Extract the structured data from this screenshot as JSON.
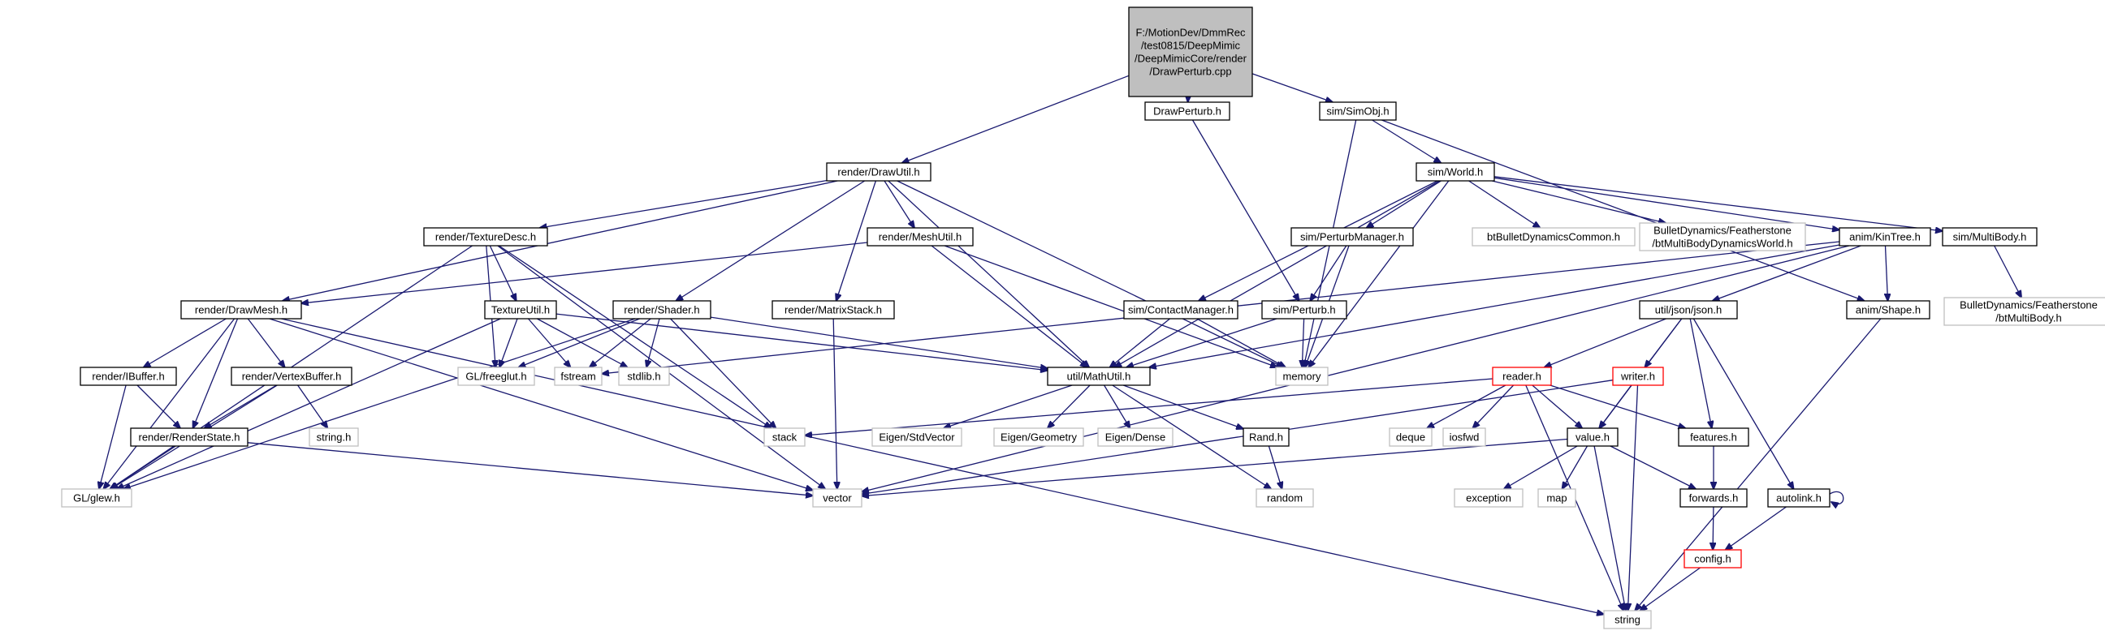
{
  "graph": {
    "title_lines": [
      "F:/MotionDev/DmmRec",
      "/test0815/DeepMimic",
      "/DeepMimicCore/render",
      "/DrawPerturb.cpp"
    ],
    "colors": {
      "edge": "#191970",
      "root_fill": "#bfbfbf",
      "local_border": "#000000",
      "system_border": "#bfbfbf",
      "truncated_border": "#ff0000"
    },
    "nodes": [
      {
        "id": "root",
        "label": "",
        "kind": "root"
      },
      {
        "id": "drawperturb_h",
        "label": "DrawPerturb.h",
        "kind": "local"
      },
      {
        "id": "simobj",
        "label": "sim/SimObj.h",
        "kind": "local"
      },
      {
        "id": "drawutil",
        "label": "render/DrawUtil.h",
        "kind": "local"
      },
      {
        "id": "world",
        "label": "sim/World.h",
        "kind": "local"
      },
      {
        "id": "texdesc",
        "label": "render/TextureDesc.h",
        "kind": "local"
      },
      {
        "id": "meshutil",
        "label": "render/MeshUtil.h",
        "kind": "local"
      },
      {
        "id": "perturbmgr",
        "label": "sim/PerturbManager.h",
        "kind": "local"
      },
      {
        "id": "btcommon",
        "label": "btBulletDynamicsCommon.h",
        "kind": "system"
      },
      {
        "id": "btworld",
        "label": "BulletDynamics/Featherstone\n/btMultiBodyDynamicsWorld.h",
        "kind": "system"
      },
      {
        "id": "kintree",
        "label": "anim/KinTree.h",
        "kind": "local"
      },
      {
        "id": "multibody",
        "label": "sim/MultiBody.h",
        "kind": "local"
      },
      {
        "id": "drawmesh",
        "label": "render/DrawMesh.h",
        "kind": "local"
      },
      {
        "id": "texutil",
        "label": "TextureUtil.h",
        "kind": "local"
      },
      {
        "id": "shader",
        "label": "render/Shader.h",
        "kind": "local"
      },
      {
        "id": "matstack",
        "label": "render/MatrixStack.h",
        "kind": "local"
      },
      {
        "id": "contactmgr",
        "label": "sim/ContactManager.h",
        "kind": "local"
      },
      {
        "id": "perturb",
        "label": "sim/Perturb.h",
        "kind": "local"
      },
      {
        "id": "json",
        "label": "util/json/json.h",
        "kind": "local"
      },
      {
        "id": "shape",
        "label": "anim/Shape.h",
        "kind": "local"
      },
      {
        "id": "btmultibody",
        "label": "BulletDynamics/Featherstone\n/btMultiBody.h",
        "kind": "system"
      },
      {
        "id": "ibuffer",
        "label": "render/IBuffer.h",
        "kind": "local"
      },
      {
        "id": "vbuffer",
        "label": "render/VertexBuffer.h",
        "kind": "local"
      },
      {
        "id": "freeglut",
        "label": "GL/freeglut.h",
        "kind": "system"
      },
      {
        "id": "fstream",
        "label": "fstream",
        "kind": "system"
      },
      {
        "id": "stdlib",
        "label": "stdlib.h",
        "kind": "system"
      },
      {
        "id": "mathutil",
        "label": "util/MathUtil.h",
        "kind": "local"
      },
      {
        "id": "memory",
        "label": "memory",
        "kind": "system"
      },
      {
        "id": "reader",
        "label": "reader.h",
        "kind": "truncated"
      },
      {
        "id": "writer",
        "label": "writer.h",
        "kind": "truncated"
      },
      {
        "id": "stringh",
        "label": "string.h",
        "kind": "system"
      },
      {
        "id": "renderstate",
        "label": "render/RenderState.h",
        "kind": "local"
      },
      {
        "id": "stack",
        "label": "stack",
        "kind": "system"
      },
      {
        "id": "stdvector",
        "label": "Eigen/StdVector",
        "kind": "system"
      },
      {
        "id": "geometry",
        "label": "Eigen/Geometry",
        "kind": "system"
      },
      {
        "id": "dense",
        "label": "Eigen/Dense",
        "kind": "system"
      },
      {
        "id": "rand",
        "label": "Rand.h",
        "kind": "local"
      },
      {
        "id": "deque",
        "label": "deque",
        "kind": "system"
      },
      {
        "id": "iosfwd",
        "label": "iosfwd",
        "kind": "system"
      },
      {
        "id": "value",
        "label": "value.h",
        "kind": "local"
      },
      {
        "id": "features",
        "label": "features.h",
        "kind": "local"
      },
      {
        "id": "glew",
        "label": "GL/glew.h",
        "kind": "system"
      },
      {
        "id": "vector",
        "label": "vector",
        "kind": "system"
      },
      {
        "id": "random",
        "label": "random",
        "kind": "system"
      },
      {
        "id": "exception",
        "label": "exception",
        "kind": "system"
      },
      {
        "id": "map",
        "label": "map",
        "kind": "system"
      },
      {
        "id": "forwards",
        "label": "forwards.h",
        "kind": "local"
      },
      {
        "id": "autolink",
        "label": "autolink.h",
        "kind": "local"
      },
      {
        "id": "config",
        "label": "config.h",
        "kind": "truncated"
      },
      {
        "id": "string",
        "label": "string",
        "kind": "system"
      }
    ],
    "edges": [
      [
        "root",
        "drawperturb_h"
      ],
      [
        "root",
        "simobj"
      ],
      [
        "root",
        "drawutil"
      ],
      [
        "drawperturb_h",
        "perturb"
      ],
      [
        "simobj",
        "world"
      ],
      [
        "simobj",
        "shape"
      ],
      [
        "simobj",
        "memory"
      ],
      [
        "drawutil",
        "texdesc"
      ],
      [
        "drawutil",
        "meshutil"
      ],
      [
        "drawutil",
        "drawmesh"
      ],
      [
        "drawutil",
        "shader"
      ],
      [
        "drawutil",
        "matstack"
      ],
      [
        "drawutil",
        "mathutil"
      ],
      [
        "drawutil",
        "memory"
      ],
      [
        "world",
        "perturbmgr"
      ],
      [
        "world",
        "btcommon"
      ],
      [
        "world",
        "btworld"
      ],
      [
        "world",
        "kintree"
      ],
      [
        "world",
        "multibody"
      ],
      [
        "world",
        "contactmgr"
      ],
      [
        "world",
        "mathutil"
      ],
      [
        "world",
        "memory"
      ],
      [
        "texdesc",
        "texutil"
      ],
      [
        "texdesc",
        "glew"
      ],
      [
        "texdesc",
        "freeglut"
      ],
      [
        "texdesc",
        "vector"
      ],
      [
        "texdesc",
        "stack"
      ],
      [
        "meshutil",
        "drawmesh"
      ],
      [
        "meshutil",
        "mathutil"
      ],
      [
        "meshutil",
        "memory"
      ],
      [
        "perturbmgr",
        "perturb"
      ],
      [
        "perturbmgr",
        "memory"
      ],
      [
        "kintree",
        "json"
      ],
      [
        "kintree",
        "shape"
      ],
      [
        "kintree",
        "mathutil"
      ],
      [
        "kintree",
        "fstream"
      ],
      [
        "kintree",
        "vector"
      ],
      [
        "multibody",
        "btmultibody"
      ],
      [
        "drawmesh",
        "ibuffer"
      ],
      [
        "drawmesh",
        "vbuffer"
      ],
      [
        "drawmesh",
        "renderstate"
      ],
      [
        "drawmesh",
        "glew"
      ],
      [
        "drawmesh",
        "vector"
      ],
      [
        "drawmesh",
        "string"
      ],
      [
        "texutil",
        "freeglut"
      ],
      [
        "texutil",
        "fstream"
      ],
      [
        "texutil",
        "stdlib"
      ],
      [
        "texutil",
        "glew"
      ],
      [
        "texutil",
        "mathutil"
      ],
      [
        "shader",
        "freeglut"
      ],
      [
        "shader",
        "fstream"
      ],
      [
        "shader",
        "stdlib"
      ],
      [
        "shader",
        "mathutil"
      ],
      [
        "shader",
        "glew"
      ],
      [
        "shader",
        "stack"
      ],
      [
        "matstack",
        "vector"
      ],
      [
        "contactmgr",
        "mathutil"
      ],
      [
        "contactmgr",
        "memory"
      ],
      [
        "perturb",
        "mathutil"
      ],
      [
        "perturb",
        "memory"
      ],
      [
        "json",
        "reader"
      ],
      [
        "json",
        "writer"
      ],
      [
        "json",
        "value"
      ],
      [
        "json",
        "features"
      ],
      [
        "json",
        "autolink"
      ],
      [
        "shape",
        "string"
      ],
      [
        "btmultibody",
        "btmultibody"
      ],
      [
        "ibuffer",
        "renderstate"
      ],
      [
        "ibuffer",
        "glew"
      ],
      [
        "vbuffer",
        "renderstate"
      ],
      [
        "vbuffer",
        "glew"
      ],
      [
        "vbuffer",
        "stringh"
      ],
      [
        "mathutil",
        "stdvector"
      ],
      [
        "mathutil",
        "geometry"
      ],
      [
        "mathutil",
        "dense"
      ],
      [
        "mathutil",
        "rand"
      ],
      [
        "mathutil",
        "random"
      ],
      [
        "reader",
        "stack"
      ],
      [
        "reader",
        "deque"
      ],
      [
        "reader",
        "iosfwd"
      ],
      [
        "reader",
        "value"
      ],
      [
        "reader",
        "features"
      ],
      [
        "reader",
        "string"
      ],
      [
        "writer",
        "value"
      ],
      [
        "writer",
        "vector"
      ],
      [
        "writer",
        "string"
      ],
      [
        "renderstate",
        "glew"
      ],
      [
        "renderstate",
        "vector"
      ],
      [
        "rand",
        "random"
      ],
      [
        "value",
        "exception"
      ],
      [
        "value",
        "map"
      ],
      [
        "value",
        "vector"
      ],
      [
        "value",
        "string"
      ],
      [
        "value",
        "forwards"
      ],
      [
        "features",
        "forwards"
      ],
      [
        "forwards",
        "config"
      ],
      [
        "autolink",
        "config"
      ],
      [
        "autolink",
        "autolink"
      ],
      [
        "config",
        "string"
      ]
    ]
  }
}
